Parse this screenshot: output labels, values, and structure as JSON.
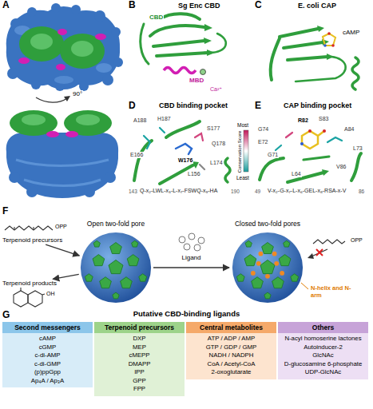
{
  "diagram": {
    "nodes": [
      {
        "text": [
          "Terpenoid precursors"
        ]
      },
      {
        "text": [
          "Open two-fold pore"
        ]
      },
      {
        "text": [
          "Terpenoid products"
        ]
      },
      {
        "text": [
          "Closed two-fold pores"
        ]
      },
      {
        "text": [
          "Putative CBD-binding ligands"
        ]
      },
      {
        "text": [
          "Second messengers",
          "cAMP",
          "cGMP",
          "c-di-AMP",
          "c-di-GMP",
          "(p)ppGpp",
          "Ap₄A / Ap₃A"
        ],
        "in": 4
      },
      {
        "text": [
          "Terpenoid precursors",
          "DXP",
          "MEP",
          "cMEPP",
          "DMAPP",
          "IPP",
          "GPP",
          "FPP"
        ],
        "in": 4
      },
      {
        "text": [
          "Central metabolites",
          "ATP / ADP / AMP",
          "GTP / GDP / GMP",
          "NADH / NADPH",
          "CoA / Acetyl-CoA",
          "2-oxoglutarate"
        ],
        "in": 4
      },
      {
        "text": [
          "Others",
          "N-acyl homoserine lactones",
          "Autoinducer-2",
          "GlcNAc",
          "D-glucosamine 6-phosphate",
          "UDP-GlcNAc"
        ],
        "in": 4
      }
    ],
    "edges": [
      {
        "from": 0,
        "to": 1,
        "arrow": "to"
      },
      {
        "from": 1,
        "to": 2,
        "arrow": "to"
      },
      {
        "from": 1,
        "to": 3,
        "label": "Ligand",
        "arrow": "to"
      }
    ],
    "labels": [
      "A",
      "90°",
      "B",
      "Sg Enc CBD",
      "CBD",
      "MBD",
      "Ca²⁺",
      "C",
      "E. coli CAP",
      "cAMP",
      "D",
      "CBD binding pocket",
      "A188",
      "H187",
      "S177",
      "W176",
      "Q178",
      "E166",
      "L174",
      "L156",
      "143",
      "Q-x₂-LWL-x₃-L-x₇-FSWQ-x₉-HA",
      "190",
      "Most",
      "Conservation Score",
      "Least",
      "E",
      "CAP binding pocket",
      "R82",
      "S83",
      "G74",
      "E72",
      "G71",
      "A84",
      "L73",
      "V86",
      "L64",
      "49",
      "V-x₂-G-x₇-L-x₆-GEL-x₈-RSA-x-V",
      "86",
      "F",
      "OPP",
      "OH",
      "OPP",
      "N-helix and N-arm",
      "G"
    ]
  }
}
